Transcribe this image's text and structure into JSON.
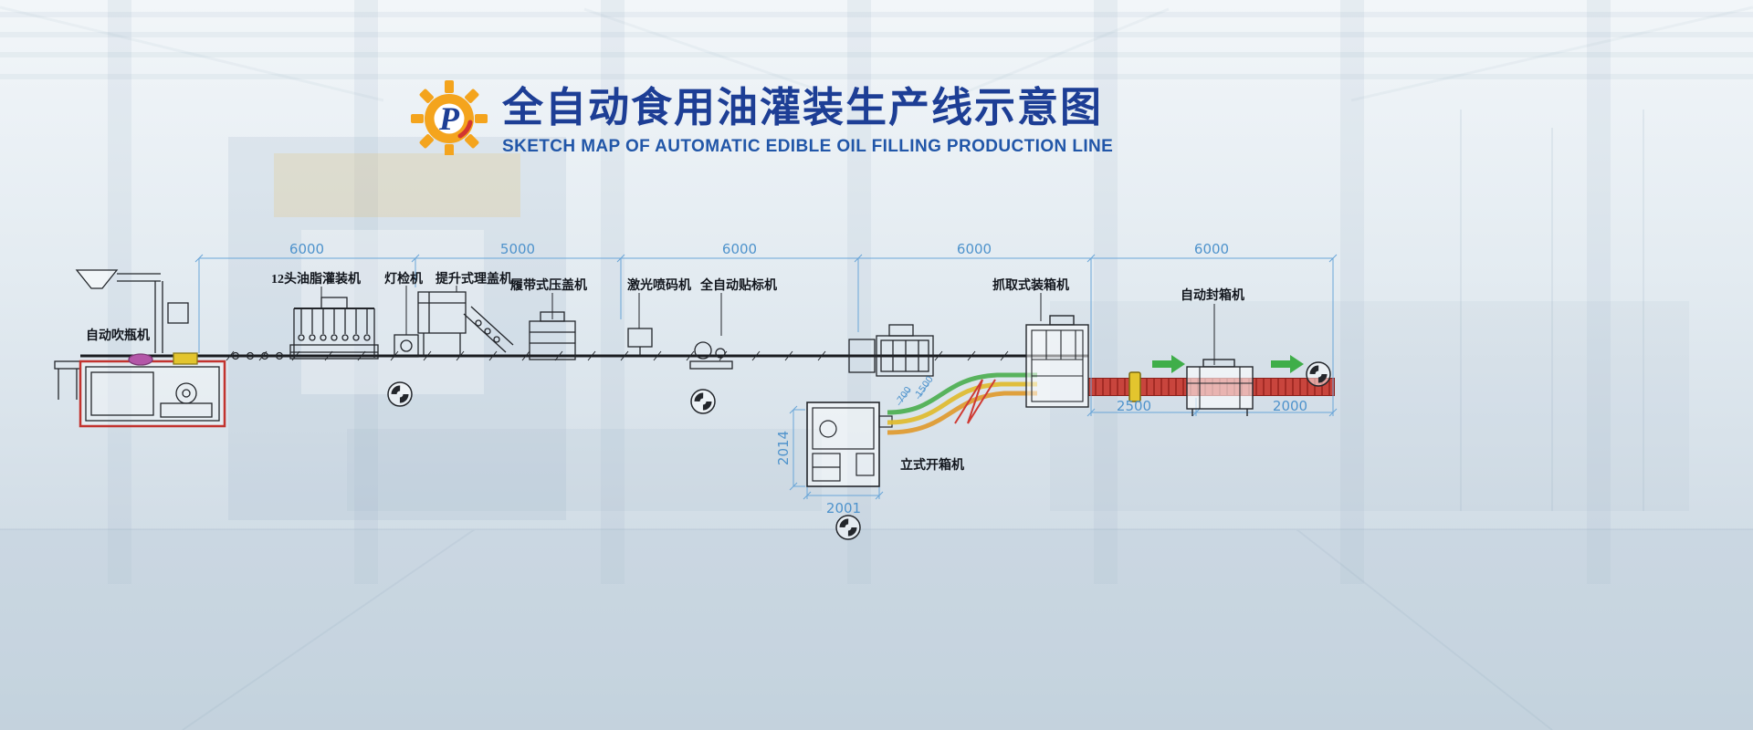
{
  "header": {
    "logo_letter": "P",
    "title_cn": "全自动食用油灌装生产线示意图",
    "title_en": "SKETCH MAP OF AUTOMATIC EDIBLE OIL FILLING PRODUCTION LINE"
  },
  "colors": {
    "title_blue": "#1d3e95",
    "subtitle_blue": "#2156a8",
    "dimension_blue": "#4f93cc",
    "gear_orange": "#f4a41d",
    "logo_red": "#d23530",
    "line_dark": "#23262b",
    "blower_red": "#c2332e",
    "conveyor_red": "#c8453d",
    "arrow_green": "#3fae49",
    "curve_yellow": "#e0bb2e",
    "curve_green": "#4caf50",
    "magenta_part": "#b356a8",
    "yellow_part": "#e3c52e"
  },
  "machine_labels": [
    {
      "id": "bottle-blower",
      "label": "自动吹瓶机"
    },
    {
      "id": "filling-machine",
      "label": "12头油脂灌装机"
    },
    {
      "id": "light-inspector",
      "label": "灯检机"
    },
    {
      "id": "cap-elevator",
      "label": "提升式理盖机"
    },
    {
      "id": "capping-machine",
      "label": "履带式压盖机"
    },
    {
      "id": "laser-coder",
      "label": "激光喷码机"
    },
    {
      "id": "labeling-machine",
      "label": "全自动贴标机"
    },
    {
      "id": "case-packer",
      "label": "抓取式装箱机"
    },
    {
      "id": "case-sealer",
      "label": "自动封箱机"
    },
    {
      "id": "case-erector",
      "label": "立式开箱机"
    }
  ],
  "dimensions": {
    "top": [
      "6000",
      "5000",
      "6000",
      "6000",
      "6000"
    ],
    "packer_section": "2500",
    "sealer_section": "2000",
    "erector_height": "2014",
    "erector_width": "2001",
    "curve_a": "700",
    "curve_b": "1500"
  }
}
